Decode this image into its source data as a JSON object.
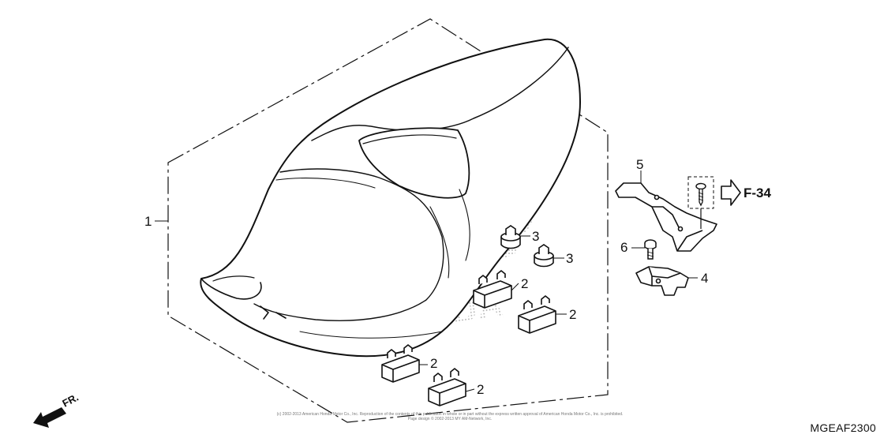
{
  "diagram": {
    "code": "MGEAF2300",
    "direction_label": "FR.",
    "reference_label": "F-34",
    "copyright_line1": "(c) 2002-2013 American Honda Motor Co., Inc. Reproduction of the contents of this publication in whole or in part without the express written approval of American Honda Motor Co., Inc. is prohibited.",
    "copyright_line2": "Page design © 2002-2013 MY AM-Network, Inc.",
    "callouts": [
      {
        "num": "1",
        "part": "seat-assembly"
      },
      {
        "num": "2",
        "part": "seat-rubber"
      },
      {
        "num": "2",
        "part": "seat-rubber"
      },
      {
        "num": "2",
        "part": "seat-rubber"
      },
      {
        "num": "2",
        "part": "seat-rubber"
      },
      {
        "num": "3",
        "part": "seat-cushion"
      },
      {
        "num": "3",
        "part": "seat-cushion"
      },
      {
        "num": "4",
        "part": "seat-lock-hook"
      },
      {
        "num": "5",
        "part": "seat-lock-bracket"
      },
      {
        "num": "6",
        "part": "bolt"
      }
    ]
  },
  "colors": {
    "line": "#111111",
    "watermark": "#9a9a9a"
  }
}
